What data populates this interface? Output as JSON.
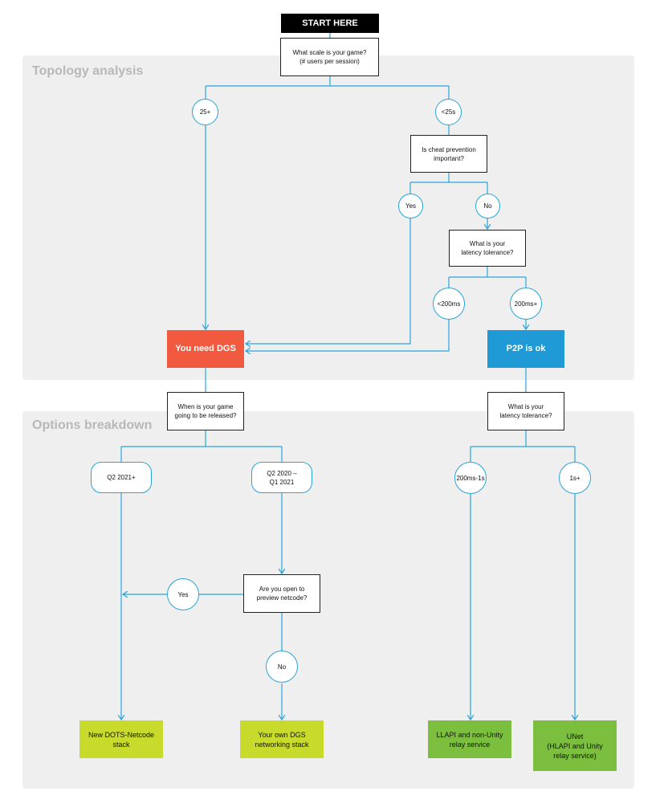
{
  "sections": {
    "topology": "Topology analysis",
    "options": "Options breakdown"
  },
  "nodes": {
    "start": "START HERE",
    "scale_question": "What scale is your game?\n(# users per session)",
    "scale_25plus": "25+",
    "scale_lt25": "<25s",
    "cheat_question": "Is cheat prevention\nimportant?",
    "cheat_yes": "Yes",
    "cheat_no": "No",
    "latency_question_1": "What is your\nlatency tolerance?",
    "latency_lt200": "<200ms",
    "latency_200plus": "200ms+",
    "you_need_dgs": "You need DGS",
    "p2p_ok": "P2P is ok",
    "release_question": "When is your game\ngoing to be released?",
    "release_q2_2021": "Q2 2021+",
    "release_q2_2020": "Q2 2020 –\nQ1 2021",
    "preview_question": "Are you open to\npreview netcode?",
    "preview_yes": "Yes",
    "preview_no": "No",
    "dots_netcode": "New DOTS-Netcode\nstack",
    "own_dgs": "Your own DGS\nnetworking stack",
    "latency_question_2": "What is your\nlatency tolerance?",
    "latency_200ms_1s": "200ms-1s",
    "latency_1s_plus": "1s+",
    "llapi": "LLAPI and non-Unity\nrelay service",
    "unet": "UNet\n(HLAPI and Unity\nrelay service)"
  },
  "colors": {
    "connector": "#29a3d8",
    "dgs": "#f15a3f",
    "p2p": "#1f9ad6",
    "dots_outcome": "#c8da2b",
    "llapi_outcome": "#7cbf3f",
    "panel": "#efeff0"
  }
}
